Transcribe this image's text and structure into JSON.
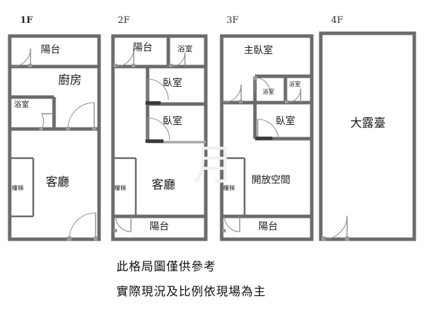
{
  "document": {
    "kind": "floor-plan",
    "colors": {
      "wall": "#6b6b6b",
      "wall_light": "#9a9a9a",
      "door_arc": "#8c8c8c",
      "text": "#191919",
      "background": "#ffffff",
      "watermark": "#f1f1f1"
    }
  },
  "floors": [
    {
      "id": "1F",
      "label": "1F",
      "label_bold": true,
      "rooms": [
        {
          "name": "balcony",
          "label": "陽台",
          "size": "md"
        },
        {
          "name": "kitchen",
          "label": "廚房",
          "size": "lg"
        },
        {
          "name": "bathroom",
          "label": "浴室",
          "size": "sm"
        },
        {
          "name": "living-room",
          "label": "客廳",
          "size": "lg"
        },
        {
          "name": "stairs",
          "label": "樓梯",
          "size": "xs"
        }
      ]
    },
    {
      "id": "2F",
      "label": "2F",
      "label_bold": false,
      "rooms": [
        {
          "name": "balcony-top",
          "label": "陽台",
          "size": "md"
        },
        {
          "name": "bathroom",
          "label": "浴室",
          "size": "sm"
        },
        {
          "name": "bedroom-1",
          "label": "臥室",
          "size": "md"
        },
        {
          "name": "bedroom-2",
          "label": "臥室",
          "size": "md"
        },
        {
          "name": "living-room",
          "label": "客廳",
          "size": "lg"
        },
        {
          "name": "stairs",
          "label": "樓梯",
          "size": "xs"
        },
        {
          "name": "balcony-bottom",
          "label": "陽台",
          "size": "md"
        }
      ]
    },
    {
      "id": "3F",
      "label": "3F",
      "label_bold": false,
      "rooms": [
        {
          "name": "master-bedroom",
          "label": "主臥室",
          "size": "md"
        },
        {
          "name": "bathroom-1",
          "label": "浴室",
          "size": "sm"
        },
        {
          "name": "bathroom-2",
          "label": "浴室",
          "size": "sm"
        },
        {
          "name": "bedroom",
          "label": "臥室",
          "size": "md"
        },
        {
          "name": "open-space",
          "label": "開放空間",
          "size": "md"
        },
        {
          "name": "stairs",
          "label": "樓梯",
          "size": "xs"
        },
        {
          "name": "balcony",
          "label": "陽台",
          "size": "md"
        }
      ]
    },
    {
      "id": "4F",
      "label": "4F",
      "label_bold": false,
      "rooms": [
        {
          "name": "large-terrace",
          "label": "大露臺",
          "size": "lg"
        }
      ]
    }
  ],
  "disclaimer": {
    "line1": "此格局圖僅供參考",
    "line2": "實際現況及比例依現場為主"
  },
  "watermark": {
    "text": "月"
  }
}
